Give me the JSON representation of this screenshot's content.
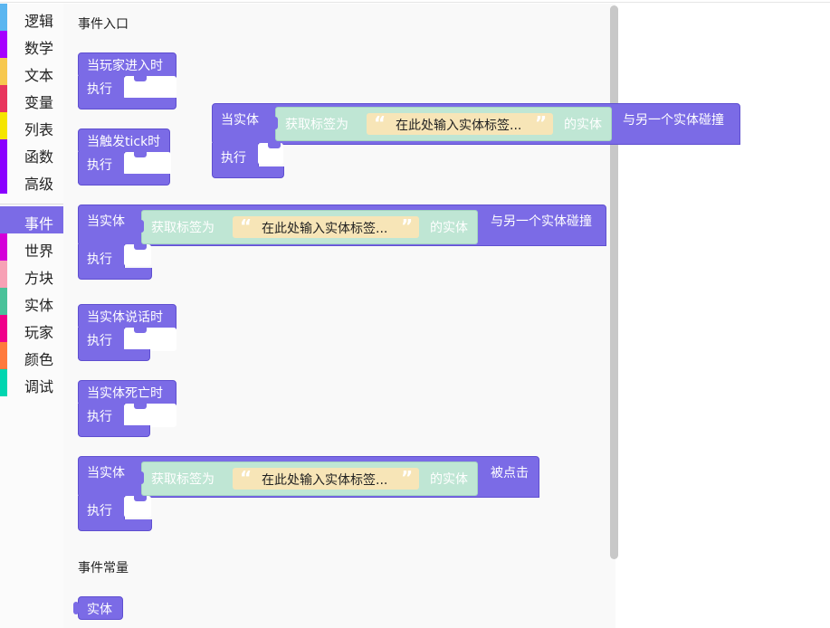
{
  "toolbox": {
    "categories": [
      {
        "label": "逻辑",
        "color": "#5bb6f0"
      },
      {
        "label": "数学",
        "color": "#a600ff"
      },
      {
        "label": "文本",
        "color": "#f7c84f"
      },
      {
        "label": "变量",
        "color": "#e8365d"
      },
      {
        "label": "列表",
        "color": "#f5e500"
      },
      {
        "label": "函数",
        "color": "#8a00ff"
      },
      {
        "label": "高级",
        "color": "#8a00ff"
      },
      {
        "label": "事件",
        "color": "#7b6be6",
        "selected": true
      },
      {
        "label": "世界",
        "color": "#d400d9"
      },
      {
        "label": "方块",
        "color": "#f7a1b5"
      },
      {
        "label": "实体",
        "color": "#4ac29a"
      },
      {
        "label": "玩家",
        "color": "#f0008a"
      },
      {
        "label": "颜色",
        "color": "#ff7a3d"
      },
      {
        "label": "调试",
        "color": "#00d6b0"
      }
    ]
  },
  "flyout": {
    "section_events": "事件入口",
    "section_constants": "事件常量",
    "execute_label": "执行",
    "get_tag_label": "获取标签为",
    "tag_placeholder": "在此处输入实体标签...",
    "entity_suffix": "的实体",
    "entity_prefix": "当实体",
    "blocks": {
      "player_join": "当玩家进入时",
      "tick": "当触发tick时",
      "collide_suffix": "与另一个实体碰撞",
      "entity_say": "当实体说话时",
      "entity_die": "当实体死亡时",
      "clicked_suffix": "被点击",
      "entity_const": "实体"
    }
  },
  "colors": {
    "event_block": "#7b6be6",
    "text_block": "#bfe6d4",
    "string_field": "#f7e5b7"
  }
}
